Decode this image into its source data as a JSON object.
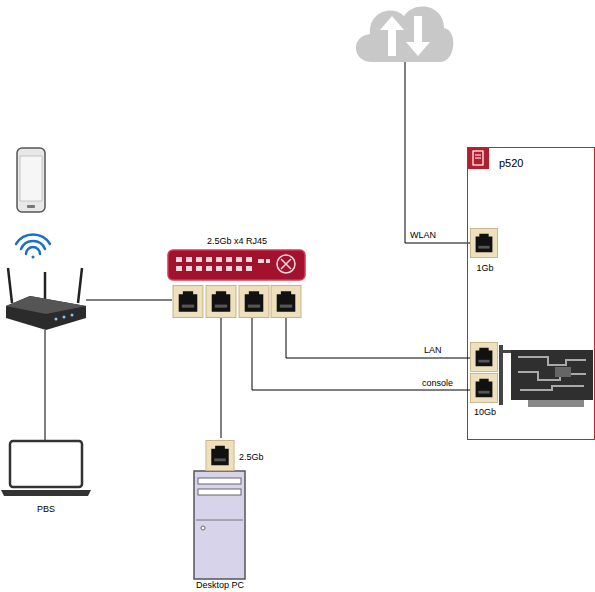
{
  "diagram": {
    "nodes": [
      {
        "text": [
          "p520"
        ]
      },
      {
        "text": [
          "1Gb"
        ],
        "in": 0
      },
      {
        "text": [
          "2.5Gb x4 RJ45"
        ]
      },
      {
        "text": [
          "10Gb"
        ],
        "in": 0
      },
      {
        "text": [
          "PBS"
        ]
      },
      {
        "text": [
          "2.5Gb",
          "Desktop PC"
        ]
      }
    ],
    "edges": [
      {
        "from": 2,
        "to": 3,
        "label": "LAN",
        "arrow": "none"
      },
      {
        "from": 2,
        "to": 3,
        "label": "console",
        "arrow": "none"
      },
      {
        "from": 2,
        "to": 5,
        "arrow": "none"
      }
    ],
    "labels": [
      "WLAN"
    ]
  }
}
